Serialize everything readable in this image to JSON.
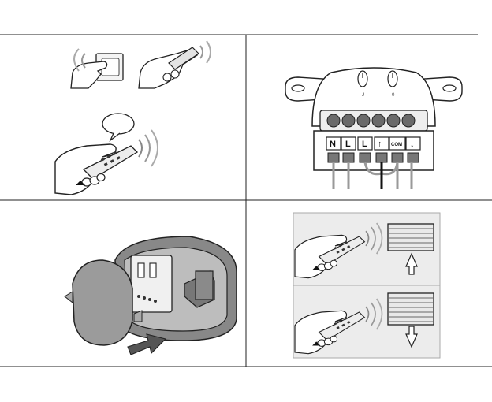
{
  "module": {
    "terminals": [
      "N",
      "L",
      "L",
      "↑",
      "COM",
      "↓"
    ],
    "knob_labels": [
      "J",
      "0"
    ]
  }
}
